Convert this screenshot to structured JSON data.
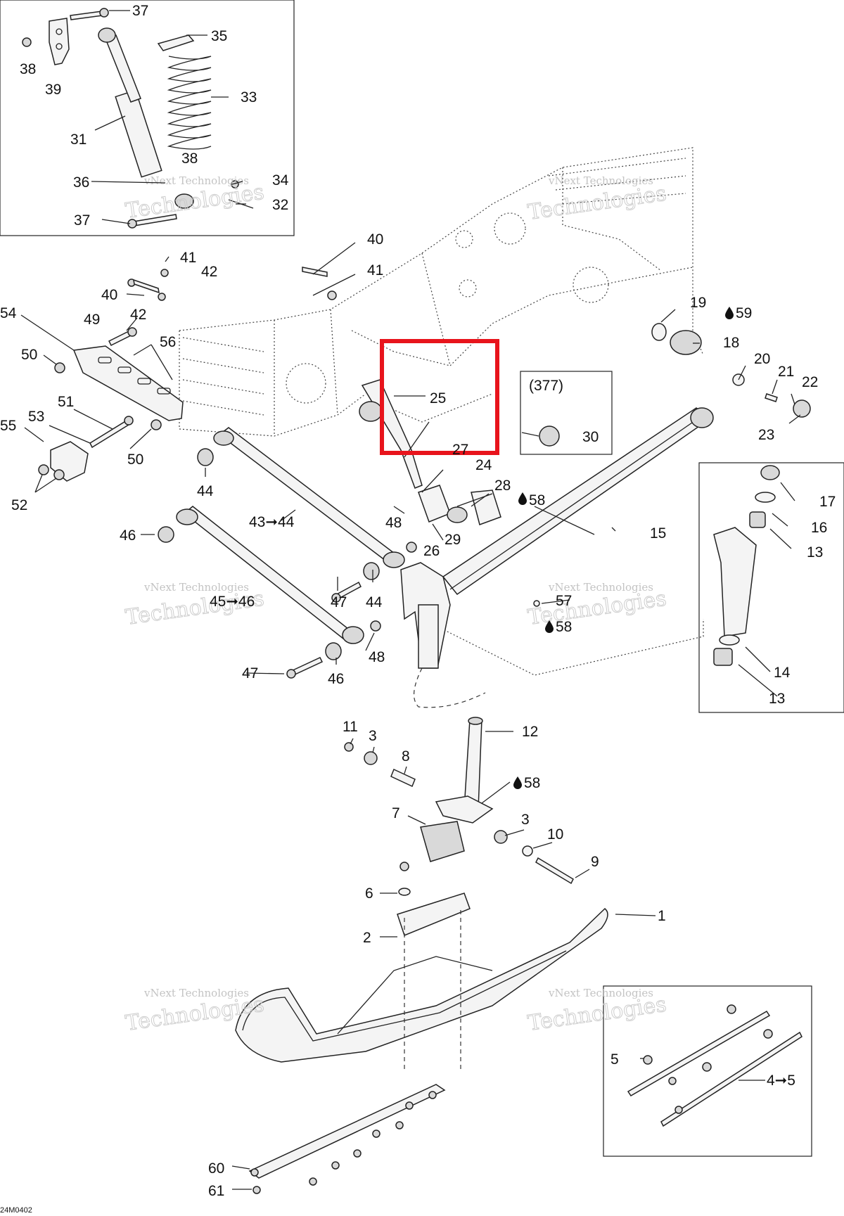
{
  "diagram_code": "24M0402",
  "kit_reference": "(377)",
  "watermark": {
    "line1": "vNext Technologies",
    "line2": "Technologies"
  },
  "highlight_color": "#e8141c",
  "callouts": {
    "c1": "1",
    "c2": "2",
    "c3a": "3",
    "c3b": "3",
    "c4to5": "4➞5",
    "c5": "5",
    "c6": "6",
    "c7": "7",
    "c8": "8",
    "c9": "9",
    "c10": "10",
    "c11": "11",
    "c12": "12",
    "c13a": "13",
    "c13b": "13",
    "c14": "14",
    "c15": "15",
    "c16": "16",
    "c17": "17",
    "c18": "18",
    "c19": "19",
    "c20": "20",
    "c21": "21",
    "c22": "22",
    "c23": "23",
    "c24": "24",
    "c25": "25",
    "c26": "26",
    "c27": "27",
    "c28": "28",
    "c29": "29",
    "c30": "30",
    "c31": "31",
    "c32": "32",
    "c33": "33",
    "c34": "34",
    "c35": "35",
    "c36": "36",
    "c37a": "37",
    "c37b": "37",
    "c38a": "38",
    "c38b": "38",
    "c39": "39",
    "c40a": "40",
    "c40b": "40",
    "c41a": "41",
    "c41b": "41",
    "c42a": "42",
    "c42b": "42",
    "c43to44": "43➞44",
    "c44a": "44",
    "c44b": "44",
    "c45to46": "45➞46",
    "c46a": "46",
    "c46b": "46",
    "c47a": "47",
    "c47b": "47",
    "c48a": "48",
    "c48b": "48",
    "c49": "49",
    "c50a": "50",
    "c50b": "50",
    "c51": "51",
    "c52": "52",
    "c53": "53",
    "c54": "54",
    "c55": "55",
    "c56": "56",
    "c57": "57",
    "c58a": "58",
    "c58b": "58",
    "c58c": "58",
    "c59": "59",
    "c60": "60",
    "c61": "61"
  }
}
